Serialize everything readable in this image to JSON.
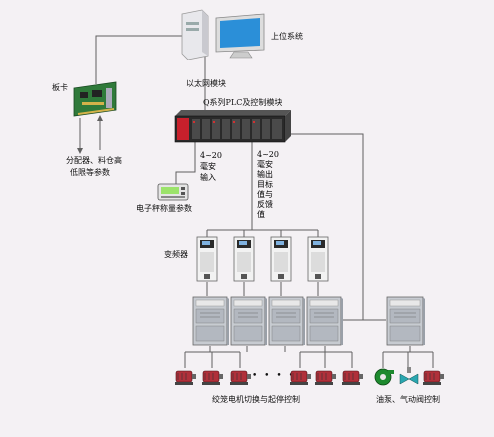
{
  "labels": {
    "host_system": "上位系统",
    "board_card": "板卡",
    "ethernet_module": "以太网模块",
    "plc": "Q系列PLC及控制模块",
    "params": [
      "分配器、料仓高",
      "低限等参数"
    ],
    "ma_input": [
      "4~20",
      "毫安",
      "输入"
    ],
    "ma_output": [
      "4~20",
      "毫安",
      "输出",
      "目标",
      "值与",
      "反馈",
      "值"
    ],
    "scale_params": "电子秤称量参数",
    "vfd": "变频器",
    "dots": "• • • • •",
    "cage_motor_ctrl": "绞笼电机切换与起停控制",
    "pump_valve_ctrl": "油泵、气动阀控制"
  },
  "colors": {
    "background": "#f4f1f4",
    "wire": "#606060",
    "plc_body": "#2a2a2a",
    "plc_red": "#c8202c",
    "cabinet": "#c7cbd1",
    "motor": "#b0303a",
    "pump": "#1d8a2e",
    "valve": "#2aa6b0"
  },
  "icons": [
    "computer-icon",
    "board-card-icon",
    "plc-icon",
    "scale-display-icon",
    "vfd-icon",
    "cabinet-icon",
    "motor-icon",
    "pump-icon",
    "valve-icon"
  ]
}
